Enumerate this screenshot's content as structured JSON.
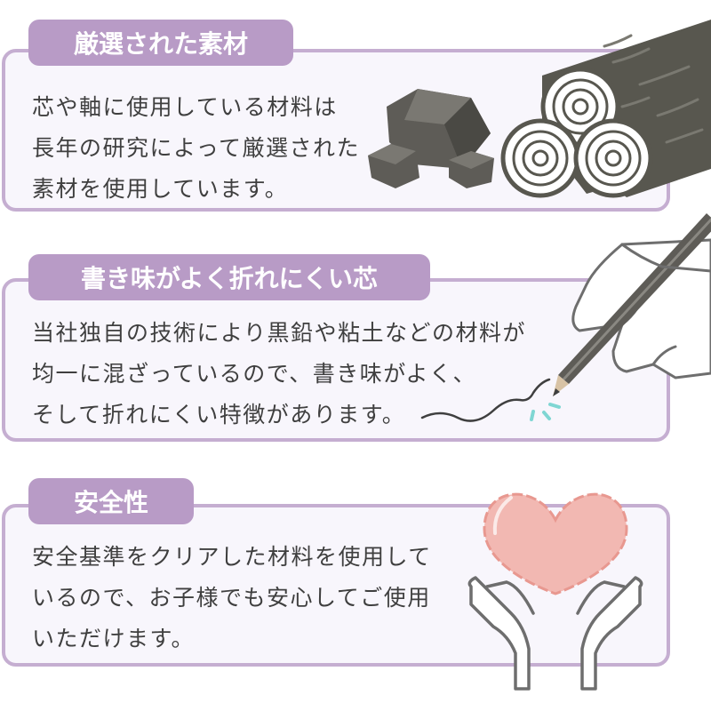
{
  "sections": [
    {
      "title": "厳選された素材",
      "lines": [
        "芯や軸に使用している材料は",
        "長年の研究によって厳選された",
        "素材を使用しています。"
      ]
    },
    {
      "title": "書き味がよく折れにくい芯",
      "lines": [
        "当社独自の技術により黒鉛や粘土などの材料が",
        "均一に混ざっているので、書き味がよく、",
        "そして折れにくい特徴があります。"
      ]
    },
    {
      "title": "安全性",
      "lines": [
        "安全基準をクリアした材料を使用して",
        "いるので、お子様でも安心してご使用",
        "いただけます。"
      ]
    }
  ],
  "colors": {
    "panel_border": "#c5aed1",
    "tab_fill": "#b89bc6",
    "panel_fill": "#f8f6fc",
    "text": "#3f3f3f",
    "graphite": "#5e5c57",
    "wood": "#58574f",
    "heart": "#f2b8b2",
    "hand_outline": "#6e6e6e"
  },
  "icons": [
    "graphite-chunks-icon",
    "wood-logs-icon",
    "hand-pencil-icon",
    "heart-hands-icon"
  ]
}
